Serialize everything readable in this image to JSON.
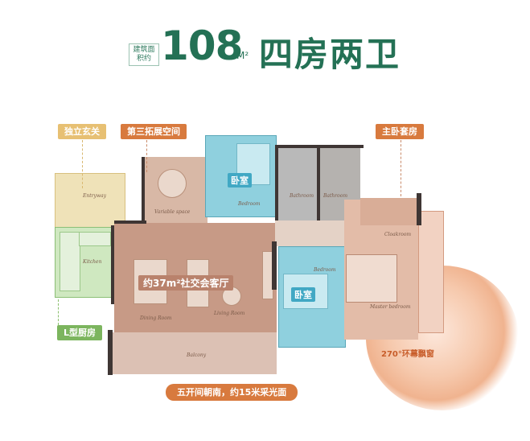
{
  "header": {
    "area_label": "建筑面积约",
    "area_number": "108",
    "area_unit": "M²",
    "title": "四房两卫"
  },
  "tags": {
    "entry": "独立玄关",
    "third_space": "第三拓展空间",
    "master_suite": "主卧套房",
    "kitchen": "L型厨房"
  },
  "rooms": {
    "bedroom_top_cn": "卧室",
    "bedroom_bottom_cn": "卧室",
    "living_cn": "约37m²社交会客厅",
    "entryway": "Entryway",
    "kitchen": "Kitchen",
    "variable_space": "Variable space",
    "bedroom1": "Bedroom",
    "bathroom1": "Bathroom",
    "bathroom2": "Bathroom",
    "cloakroom": "Cloakroom",
    "bedroom2": "Bedroom",
    "master_bedroom": "Master bedroom",
    "dining_room": "Dining Room",
    "living_room": "Living Room",
    "balcony": "Balcony"
  },
  "captions": {
    "bay_window": "270°环幕飘窗",
    "south_facing": "五开间朝南，约15米采光面"
  },
  "colors": {
    "brand_green": "#247155",
    "tag_yellow": "#e7c073",
    "tag_orange": "#d87a3e",
    "tag_green": "#7cb55e",
    "bedroom_teal": "#8fd0de",
    "living_brown": "#c79a86"
  }
}
